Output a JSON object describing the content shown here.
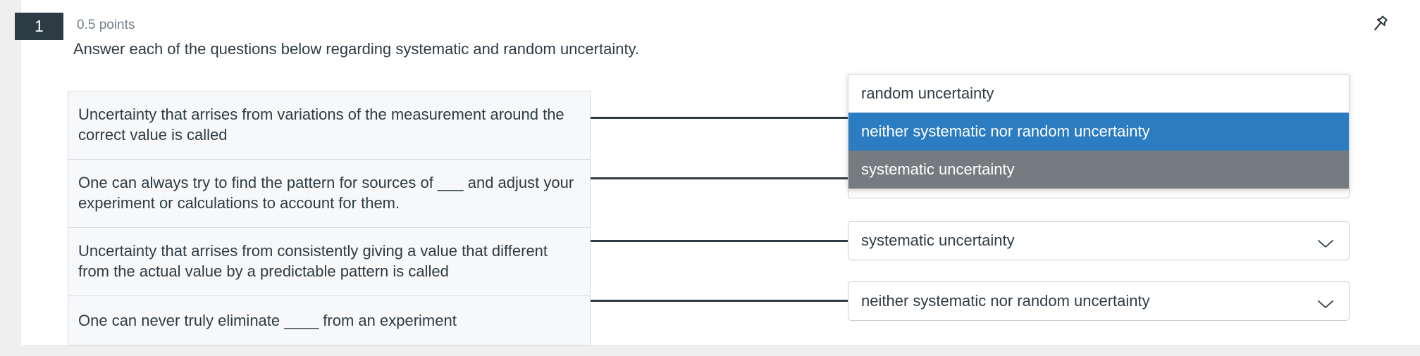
{
  "question": {
    "number": "1",
    "points_label": "0.5 points",
    "pin_icon": "pushpin-icon",
    "prompt": "Answer each of the questions below regarding systematic and random uncertainty."
  },
  "match_items": [
    {
      "text": "Uncertainty that arrises from variations of the measurement around the correct value is called"
    },
    {
      "text": "One can always try to find the pattern for sources of ___ and adjust your experiment or calculations to account for them."
    },
    {
      "text": "Uncertainty that arrises from consistently giving a value that different from the actual value by a predictable pattern is called"
    },
    {
      "text": "One can never truly eliminate ____ from an experiment"
    }
  ],
  "answers": [
    {
      "value": "",
      "state": "open",
      "chevron_icon": "chevron-down-icon"
    },
    {
      "value": "",
      "state": "hidden-behind-popup",
      "chevron_icon": "chevron-down-icon"
    },
    {
      "value": "systematic uncertainty",
      "state": "closed",
      "chevron_icon": "chevron-down-icon"
    },
    {
      "value": "neither systematic nor random uncertainty",
      "state": "closed",
      "chevron_icon": "chevron-down-icon"
    }
  ],
  "dropdown": {
    "options": [
      {
        "label": "random uncertainty",
        "state": "normal"
      },
      {
        "label": "neither systematic nor random uncertainty",
        "state": "selected"
      },
      {
        "label": "systematic uncertainty",
        "state": "hover"
      }
    ]
  },
  "colors": {
    "badge_bg": "#2d3b45",
    "text": "#2d3b45",
    "points_text": "#73818c",
    "item_bg": "#f7f8f9",
    "item_border": "#d7dade",
    "select_border": "#c7cdd1",
    "focus_border": "#2b7cc0",
    "dropdown_selected": "#2b7cc0",
    "dropdown_hover": "#767b7f",
    "page_bg": "#efefef",
    "canvas_bg": "#ffffff",
    "connector": "#2d3b45"
  }
}
